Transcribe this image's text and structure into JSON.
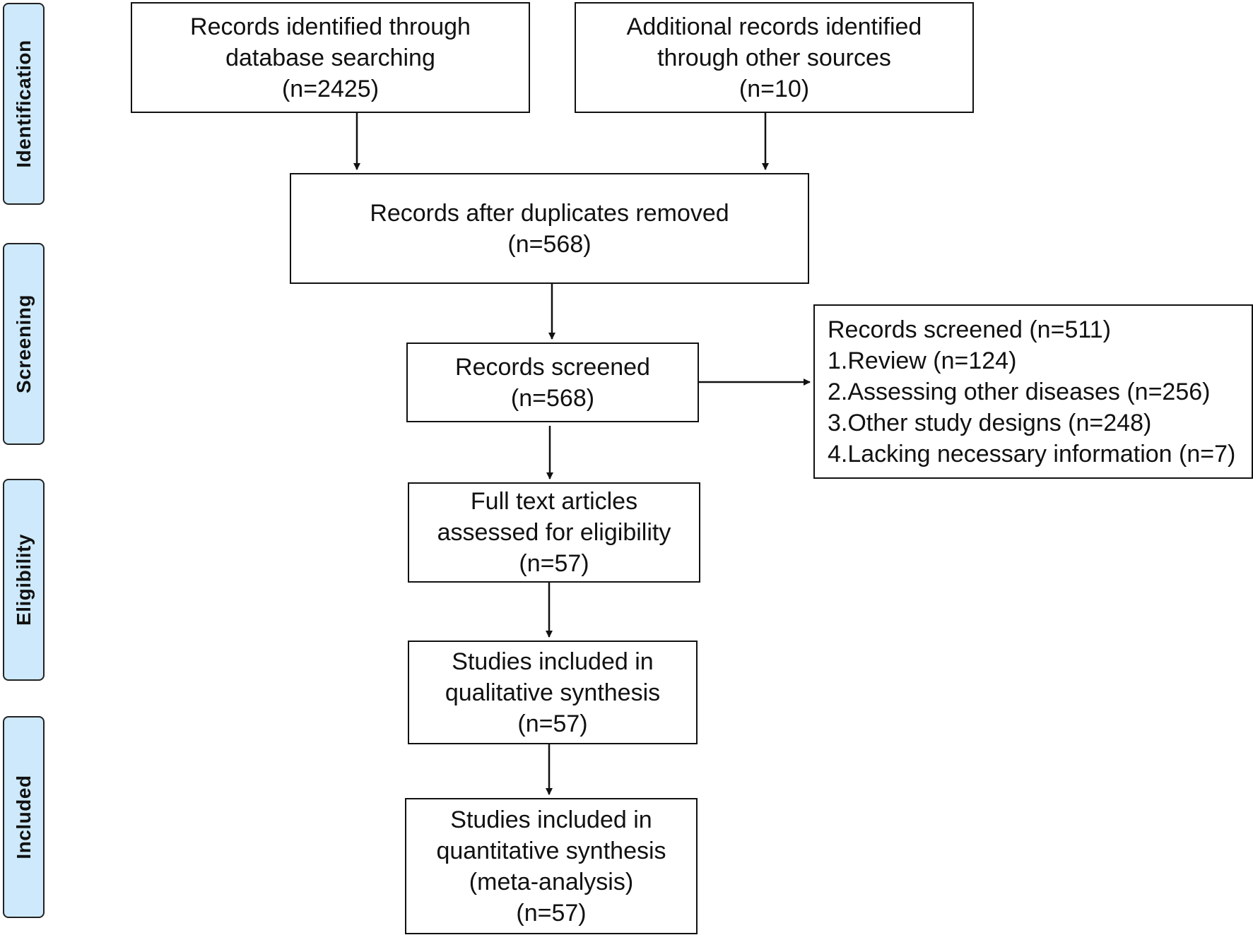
{
  "stages": {
    "identification": "Identification",
    "screening": "Screening",
    "eligibility": "Eligibility",
    "included": "Included"
  },
  "boxes": {
    "database": {
      "lines": [
        "Records identified through",
        "database searching",
        "(n=2425)"
      ]
    },
    "other_sources": {
      "lines": [
        "Additional records identified",
        "through other sources",
        "(n=10)"
      ]
    },
    "after_duplicates": {
      "lines": [
        "Records after duplicates removed",
        "(n=568)"
      ]
    },
    "screened": {
      "lines": [
        "Records screened",
        "(n=568)"
      ]
    },
    "excluded": {
      "lines": [
        "Records screened (n=511)",
        "1.Review (n=124)",
        "2.Assessing other diseases (n=256)",
        "3.Other study designs (n=248)",
        "4.Lacking necessary information (n=7)"
      ]
    },
    "full_text": {
      "lines": [
        "Full text articles",
        "assessed for eligibility",
        "(n=57)"
      ]
    },
    "qualitative": {
      "lines": [
        "Studies included in",
        "qualitative synthesis",
        "(n=57)"
      ]
    },
    "quantitative": {
      "lines": [
        "Studies included in",
        "quantitative synthesis",
        "(meta-analysis)",
        "(n=57)"
      ]
    }
  },
  "colors": {
    "stage_fill": "#cde9fb",
    "line": "#111111"
  }
}
